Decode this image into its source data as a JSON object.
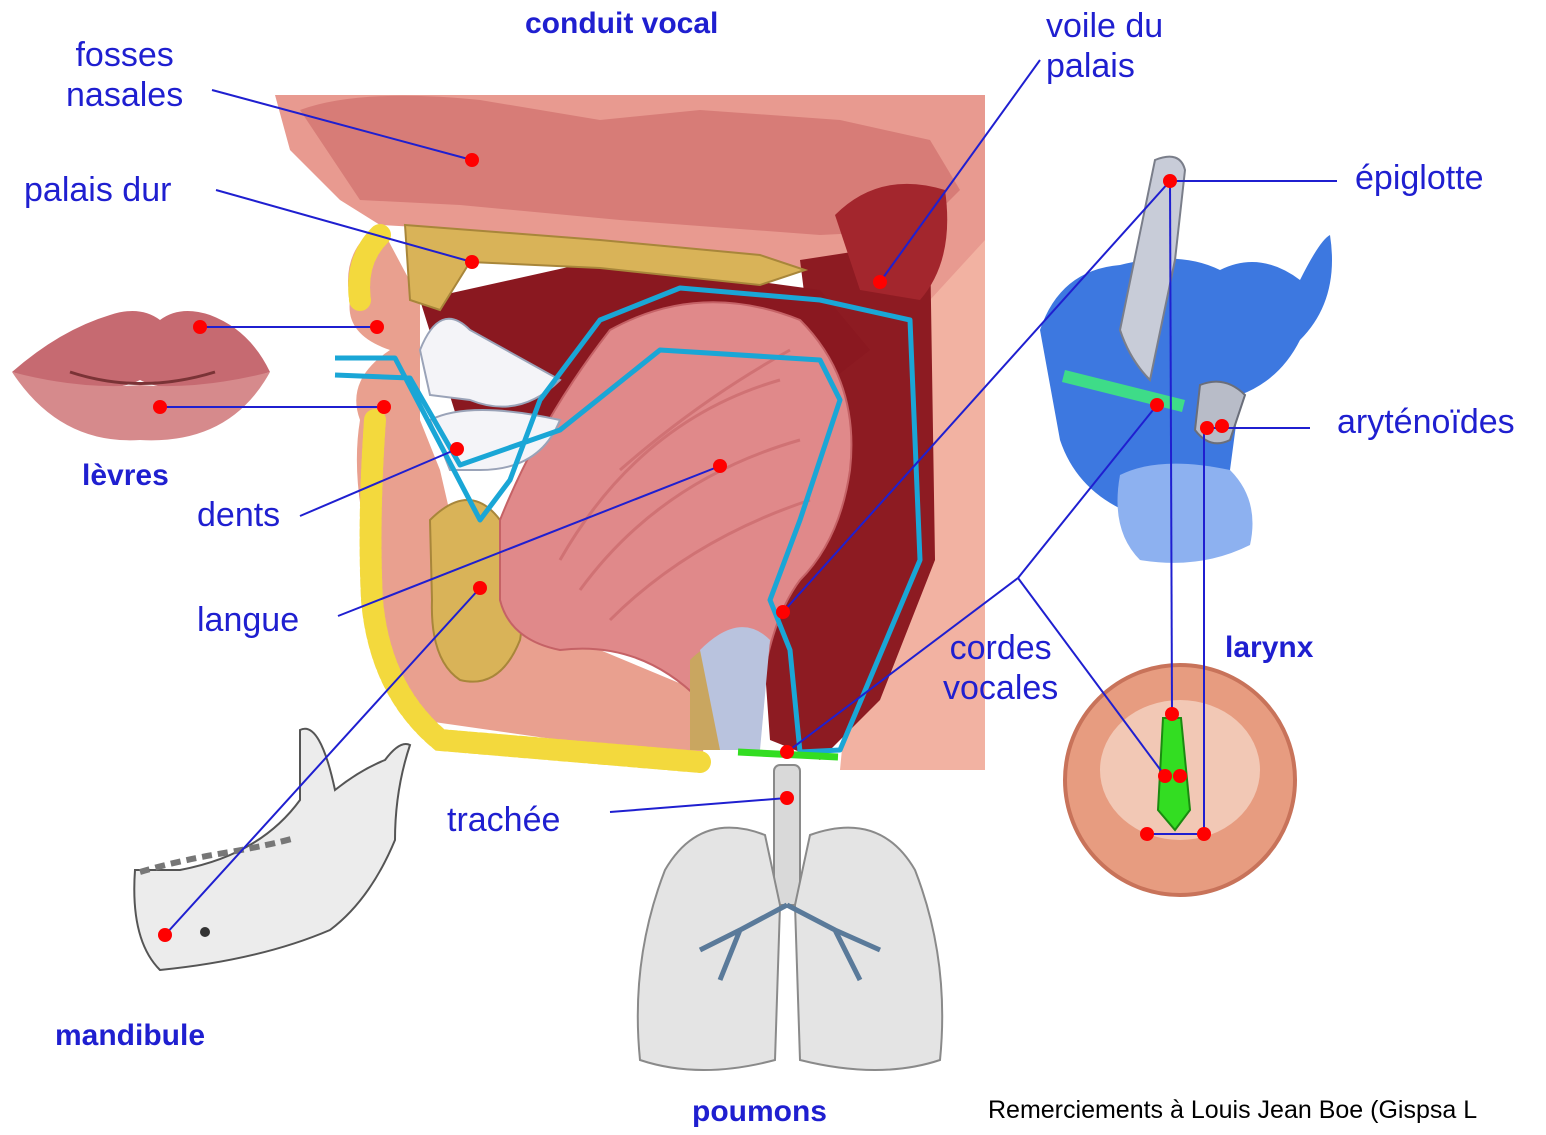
{
  "title": "conduit vocal",
  "labels": {
    "fosses_nasales": "fosses\nnasales",
    "palais_dur": "palais dur",
    "voile_du_palais": "voile du\npalais",
    "epiglotte": "épiglotte",
    "arytenoides": "aryténoïdes",
    "dents": "dents",
    "langue": "langue",
    "cordes_vocales": "cordes\nvocales",
    "trachee": "trachée"
  },
  "groups": {
    "levres": "lèvres",
    "larynx": "larynx",
    "mandibule": "mandibule",
    "poumons": "poumons"
  },
  "credit": "Remerciements à Louis Jean Boe (Gispsa L",
  "colors": {
    "label_blue": "#1f1fd0",
    "marker_red": "#ff0000",
    "vocal_tract_cyan": "#1aa6d6",
    "vocal_cords_green": "#33dd22"
  }
}
